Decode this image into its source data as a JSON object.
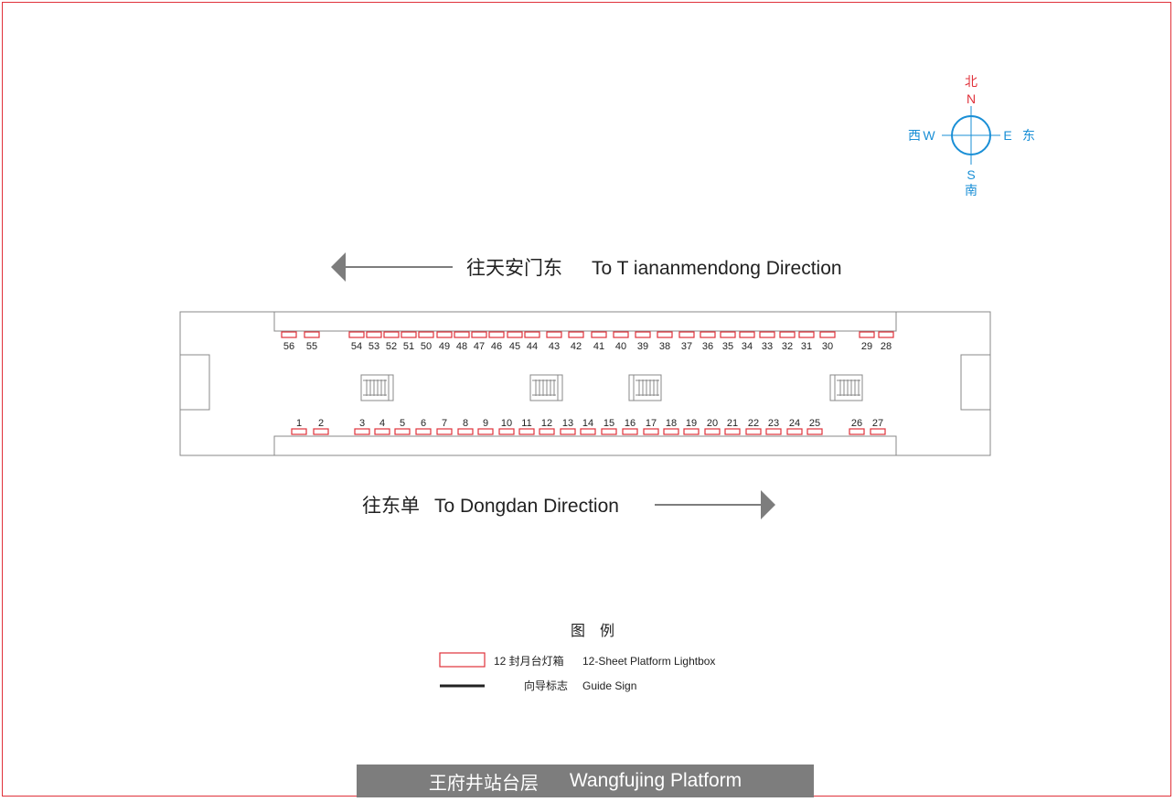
{
  "compass": {
    "north_cn": "北",
    "north_en": "N",
    "south_cn": "南",
    "south_en": "S",
    "east_cn": "东",
    "east_en": "E",
    "west_cn": "西",
    "west_en": "W"
  },
  "directions": {
    "top_cn": "往天安门东",
    "top_en": "To T iananmendong Direction",
    "bottom_cn": "往东单",
    "bottom_en": "To Dongdan Direction"
  },
  "lightboxes": {
    "north_side": [
      "56",
      "55",
      "54",
      "53",
      "52",
      "51",
      "50",
      "49",
      "48",
      "47",
      "46",
      "45",
      "44",
      "43",
      "42",
      "41",
      "40",
      "39",
      "38",
      "37",
      "36",
      "35",
      "34",
      "33",
      "32",
      "31",
      "30",
      "29",
      "28"
    ],
    "south_side": [
      "1",
      "2",
      "3",
      "4",
      "5",
      "6",
      "7",
      "8",
      "9",
      "10",
      "11",
      "12",
      "13",
      "14",
      "15",
      "16",
      "17",
      "18",
      "19",
      "20",
      "21",
      "22",
      "23",
      "24",
      "25",
      "26",
      "27"
    ]
  },
  "legend": {
    "title": "图　例",
    "lightbox_cn": "12 封月台灯箱",
    "lightbox_en": "12-Sheet Platform Lightbox",
    "sign_cn": "向导标志",
    "sign_en": "Guide Sign"
  },
  "footer": {
    "cn": "王府井站台层",
    "en": "Wangfujing Platform"
  },
  "colors": {
    "frame": "#e0313a",
    "lightbox": "#e0313a",
    "compass": "#1a8fd6",
    "north_label": "#e0313a",
    "outline": "#888888",
    "arrow": "#7d7d7d",
    "footer_bg": "#7d7d7d"
  }
}
